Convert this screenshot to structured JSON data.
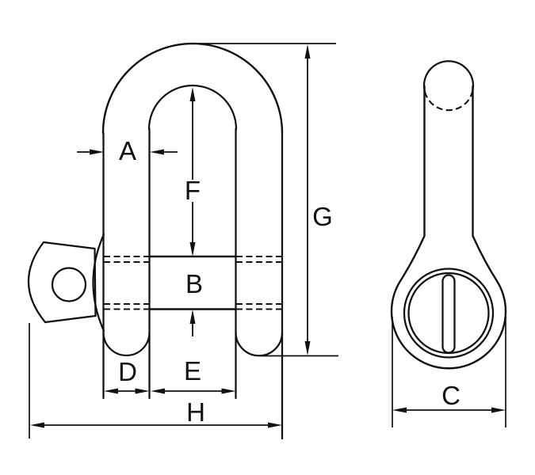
{
  "drawing": {
    "kind": "technical line drawing, two orthographic views of a D-shackle with screw pin",
    "dimension_labels": [
      "A",
      "B",
      "C",
      "D",
      "E",
      "F",
      "G",
      "H"
    ]
  },
  "labels": {
    "A": "A",
    "B": "B",
    "C": "C",
    "D": "D",
    "E": "E",
    "F": "F",
    "G": "G",
    "H": "H"
  },
  "colors": {
    "line": "#111111",
    "background": "#ffffff"
  }
}
